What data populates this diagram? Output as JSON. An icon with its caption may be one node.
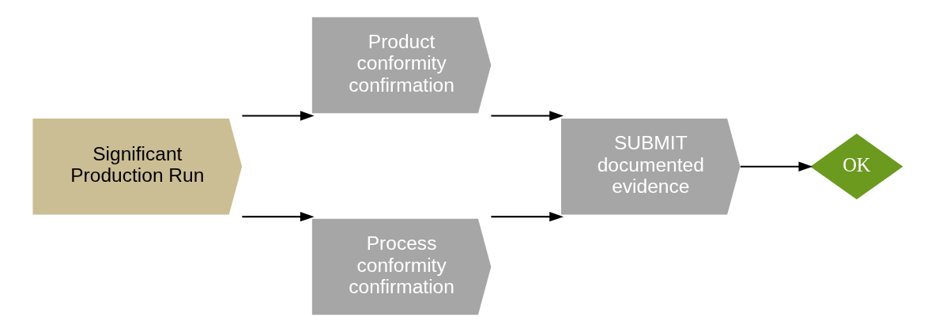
{
  "diagram": {
    "nodes": [
      {
        "text": [
          "Significant Production Run"
        ]
      },
      {
        "text": [
          "Product conformity confirmation"
        ]
      },
      {
        "text": [
          "Process conformity confirmation"
        ]
      },
      {
        "text": [
          "SUBMIT documented evidence"
        ]
      },
      {
        "text": [
          "OK"
        ]
      }
    ],
    "edges": [
      {
        "from": 0,
        "to": 1,
        "arrow": "to"
      },
      {
        "from": 0,
        "to": 2,
        "arrow": "to"
      },
      {
        "from": 1,
        "to": 3,
        "arrow": "to"
      },
      {
        "from": 2,
        "to": 3,
        "arrow": "to"
      },
      {
        "from": 3,
        "to": 4,
        "arrow": "to"
      }
    ]
  }
}
